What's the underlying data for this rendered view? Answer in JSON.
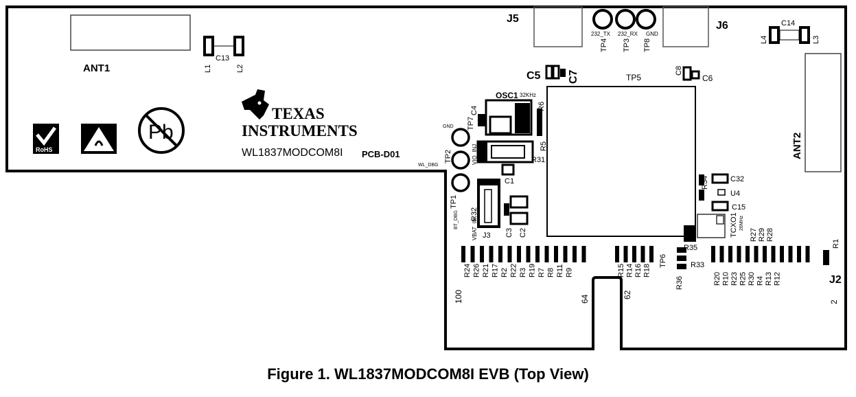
{
  "board": {
    "ant1": "ANT1",
    "ant2": "ANT2",
    "brand_line1": "TEXAS",
    "brand_line2": "INSTRUMENTS",
    "module_name": "WL1837MODCOM8I",
    "pcb_id": "PCB-D01",
    "rohs_text": "RoHS",
    "pb_text": "Pb"
  },
  "connectors": {
    "j5": "J5",
    "j6": "J6",
    "j2": "J2",
    "j3": "J3"
  },
  "test_points": {
    "tp4_sig": "232_TX",
    "tp3_sig": "232_RX",
    "tp8_sig": "GND",
    "tp4": "TP4",
    "tp3": "TP3",
    "tp8": "TP8",
    "tp7_sig": "GND",
    "tp7": "TP7",
    "tp2_sig": "WL_DBG",
    "tp2": "TP2",
    "vio_inj": "VIO_INJ",
    "tp1": "TP1",
    "bt_dbg": "BT_DBG",
    "vbat_in": "VBAT_IN",
    "tp5": "TP5",
    "tp6": "TP6"
  },
  "components": {
    "c13": "C13",
    "l1": "L1",
    "l2": "L2",
    "c14": "C14",
    "l4": "L4",
    "l3": "L3",
    "c5": "C5",
    "c7": "C7",
    "c8": "C8",
    "c6": "C6",
    "osc1": "OSC1",
    "osc_freq": "32KHz",
    "c4": "C4",
    "r6": "R6",
    "r5": "R5",
    "r31": "R31",
    "c1": "C1",
    "r32": "R32",
    "c3": "C3",
    "c2": "C2",
    "r34": "R34",
    "c32": "C32",
    "u4": "U4",
    "c15": "C15",
    "tcxo1": "TCXO1",
    "tcxo_freq": "26MHz",
    "r27": "R27",
    "r29": "R29",
    "r28": "R28",
    "r35": "R35",
    "r33": "R33",
    "r36": "R36",
    "r1": "R1"
  },
  "resistor_labels_left": [
    "R24",
    "R26",
    "R21",
    "R17",
    "R2",
    "R22",
    "R3",
    "R19",
    "R7",
    "R8",
    "R11",
    "R9"
  ],
  "resistor_labels_mid": [
    "R15",
    "R14",
    "R16",
    "R18"
  ],
  "resistor_labels_right": [
    "R20",
    "R10",
    "R23",
    "R25",
    "R30",
    "R4",
    "R13",
    "R12"
  ],
  "edge_pins": {
    "p100": "100",
    "p64": "64",
    "p62": "62",
    "p2": "2"
  },
  "caption": "Figure 1. WL1837MODCOM8I EVB (Top View)"
}
